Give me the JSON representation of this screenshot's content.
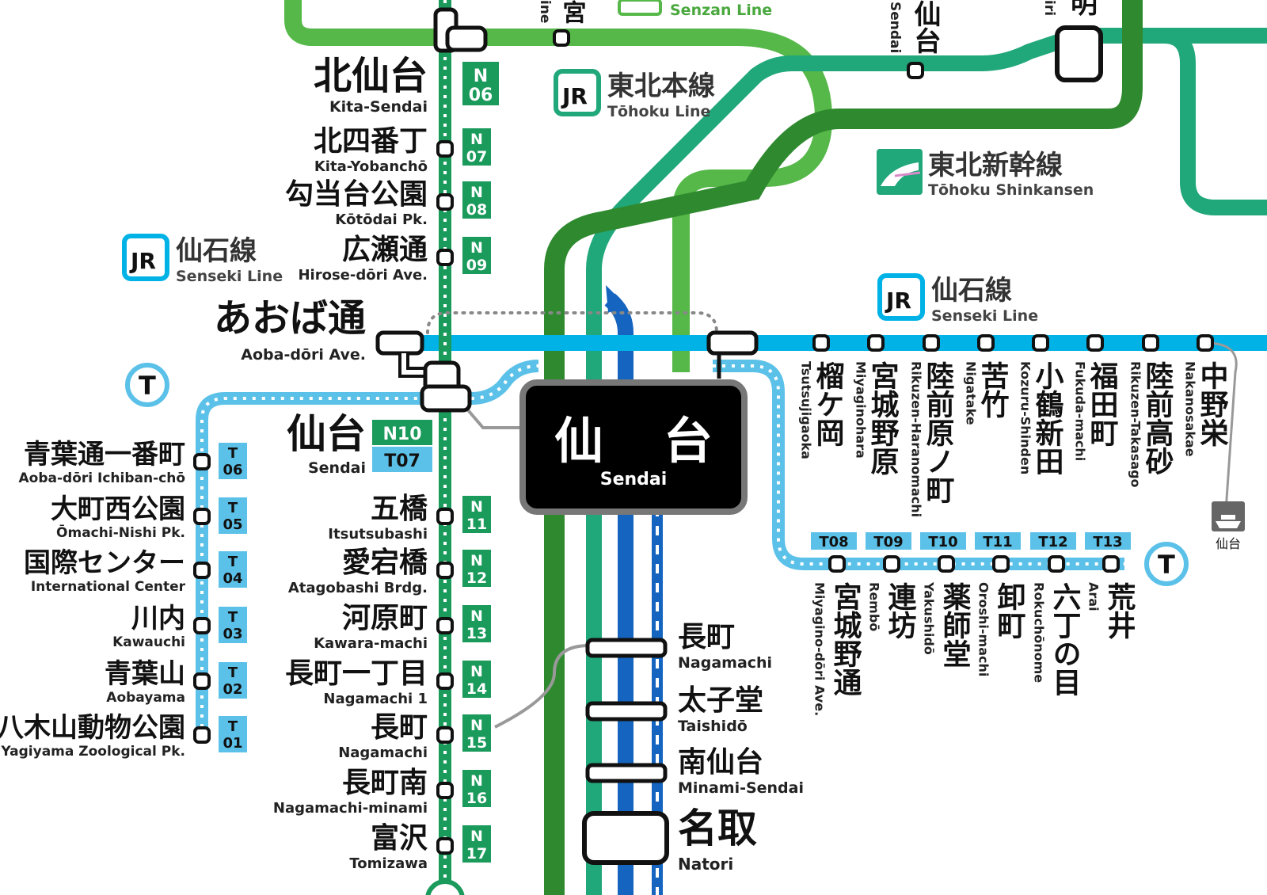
{
  "colors": {
    "subway_namboku": "#1a9a5b",
    "subway_tozai": "#5cc1e8",
    "jr_senseki": "#00b2e5",
    "jr_tohoku": "#21a87a",
    "jr_senzan": "#55b848",
    "shinkansen": "#2f8a2f",
    "airport_line": "#1565c0"
  },
  "top_fragments": {
    "ine": "ine",
    "miya": "宮",
    "sendai_en": "Sendai",
    "sendai_jp": "仙台",
    "iri": "iri",
    "ake": "明"
  },
  "labels": {
    "senzan": {
      "en": "Senzan Line"
    },
    "tohoku": {
      "badge": "JR",
      "jp": "東北本線",
      "en": "Tōhoku Line"
    },
    "shinkansen": {
      "jp": "東北新幹線",
      "en": "Tōhoku Shinkansen"
    },
    "senseki_left": {
      "badge": "JR",
      "jp": "仙石線",
      "en": "Senseki Line"
    },
    "senseki_right": {
      "badge": "JR",
      "jp": "仙石線",
      "en": "Senseki Line"
    },
    "tozai_symbol": "T",
    "ferry": "仙台"
  },
  "hub": {
    "jp1": "仙",
    "jp2": "台",
    "en": "Sendai"
  },
  "namboku_stations": [
    {
      "jp": "北仙台",
      "en": "Kita-Sendai",
      "code": "N\n06"
    },
    {
      "jp": "北四番丁",
      "en": "Kita-Yobanchō",
      "code": "N\n07"
    },
    {
      "jp": "勾当台公園",
      "en": "Kōtōdai Pk.",
      "code": "N\n08"
    },
    {
      "jp": "広瀬通",
      "en": "Hirose-dōri Ave.",
      "code": "N\n09"
    },
    {
      "jp": "五橋",
      "en": "Itsutsubashi",
      "code": "N\n11"
    },
    {
      "jp": "愛宕橋",
      "en": "Atagobashi Brdg.",
      "code": "N\n12"
    },
    {
      "jp": "河原町",
      "en": "Kawara-machi",
      "code": "N\n13"
    },
    {
      "jp": "長町一丁目",
      "en": "Nagamachi 1",
      "code": "N\n14"
    },
    {
      "jp": "長町",
      "en": "Nagamachi",
      "code": "N\n15"
    },
    {
      "jp": "長町南",
      "en": "Nagamachi-minami",
      "code": "N\n16"
    },
    {
      "jp": "富沢",
      "en": "Tomizawa",
      "code": "N\n17"
    }
  ],
  "aoba_dori": {
    "jp": "あおば通",
    "en": "Aoba-dōri Ave."
  },
  "sendai_subway": {
    "jp": "仙台",
    "en": "Sendai",
    "code_n": "N10",
    "code_t": "T07"
  },
  "tozai_west": [
    {
      "jp": "青葉通一番町",
      "en": "Aoba-dōri Ichiban-chō",
      "code": "T\n06"
    },
    {
      "jp": "大町西公園",
      "en": "Ōmachi-Nishi Pk.",
      "code": "T\n05"
    },
    {
      "jp": "国際センター",
      "en": "International Center",
      "code": "T\n04"
    },
    {
      "jp": "川内",
      "en": "Kawauchi",
      "code": "T\n03"
    },
    {
      "jp": "青葉山",
      "en": "Aobayama",
      "code": "T\n02"
    },
    {
      "jp": "八木山動物公園",
      "en": "Yagiyama Zoological Pk.",
      "code": "T\n01"
    }
  ],
  "senseki_stations": [
    {
      "jp": "榴ケ岡",
      "en": "Tsutsujigaoka"
    },
    {
      "jp": "宮城野原",
      "en": "Miyaginohara"
    },
    {
      "jp": "陸前原ノ町",
      "en": "Rikuzen-Haranomachi"
    },
    {
      "jp": "苦竹",
      "en": "Nigatake"
    },
    {
      "jp": "小鶴新田",
      "en": "Kozuru-Shinden"
    },
    {
      "jp": "福田町",
      "en": "Fukuda-machi"
    },
    {
      "jp": "陸前高砂",
      "en": "Rikuzen-Takasago"
    },
    {
      "jp": "中野栄",
      "en": "Nakanosakae"
    }
  ],
  "tozai_east": [
    {
      "jp": "宮城野通",
      "en": "Miyagino-dōri Ave.",
      "code": "T08"
    },
    {
      "jp": "連坊",
      "en": "Rembō",
      "code": "T09"
    },
    {
      "jp": "薬師堂",
      "en": "Yakushidō",
      "code": "T10"
    },
    {
      "jp": "卸町",
      "en": "Oroshi-machi",
      "code": "T11"
    },
    {
      "jp": "六丁の目",
      "en": "Rokuchōnome",
      "code": "T12"
    },
    {
      "jp": "荒井",
      "en": "Arai",
      "code": "T13"
    }
  ],
  "jr_south": [
    {
      "jp": "長町",
      "en": "Nagamachi"
    },
    {
      "jp": "太子堂",
      "en": "Taishidō"
    },
    {
      "jp": "南仙台",
      "en": "Minami-Sendai"
    },
    {
      "jp": "名取",
      "en": "Natori"
    }
  ]
}
